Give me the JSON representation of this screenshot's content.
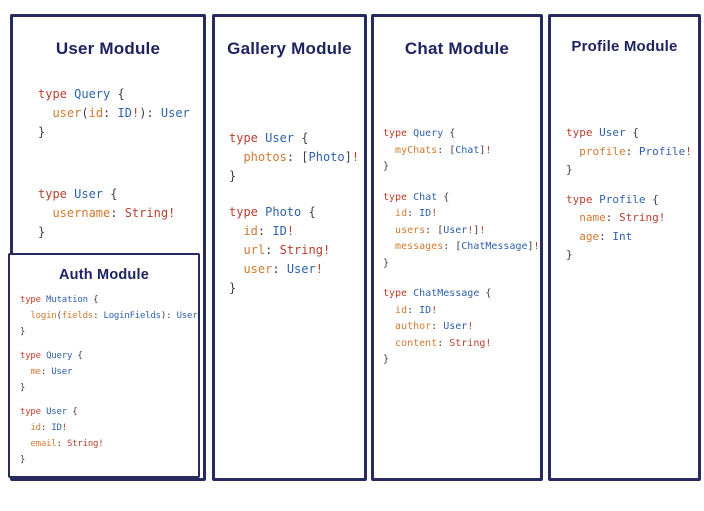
{
  "colors": {
    "panel_border": "#262a5e",
    "heading_navy": "#1f2361",
    "code_keyword_red": "#b8402f",
    "code_type_blue": "#2e62ab",
    "code_field_orange": "#d07a32",
    "code_punctuation": "#3f3f3f"
  },
  "modules": [
    {
      "title": "User Module",
      "blocks": [
        [
          [
            [
              "k",
              "type "
            ],
            [
              "t",
              "Query "
            ],
            [
              "p",
              "{"
            ]
          ],
          [
            [
              "p",
              "  "
            ],
            [
              "f",
              "user"
            ],
            [
              "p",
              "("
            ],
            [
              "f",
              "id"
            ],
            [
              "p",
              ": "
            ],
            [
              "t",
              "ID"
            ],
            [
              "k",
              "!"
            ],
            [
              "p",
              "): "
            ],
            [
              "t",
              "User"
            ]
          ],
          [
            [
              "p",
              "}"
            ]
          ]
        ],
        [
          [
            [
              "k",
              "type "
            ],
            [
              "t",
              "User "
            ],
            [
              "p",
              "{"
            ]
          ],
          [
            [
              "p",
              "  "
            ],
            [
              "f",
              "username"
            ],
            [
              "p",
              ": "
            ],
            [
              "k",
              "String!"
            ]
          ],
          [
            [
              "p",
              "}"
            ]
          ]
        ]
      ],
      "nested": {
        "title": "Auth Module",
        "blocks": [
          [
            [
              [
                "k",
                "type "
              ],
              [
                "t",
                "Mutation "
              ],
              [
                "p",
                "{"
              ]
            ],
            [
              [
                "p",
                "  "
              ],
              [
                "f",
                "login"
              ],
              [
                "p",
                "("
              ],
              [
                "f",
                "fields"
              ],
              [
                "p",
                ": "
              ],
              [
                "t",
                "LoginFields"
              ],
              [
                "p",
                "): "
              ],
              [
                "t",
                "User"
              ]
            ],
            [
              [
                "p",
                "}"
              ]
            ]
          ],
          [
            [
              [
                "k",
                "type "
              ],
              [
                "t",
                "Query "
              ],
              [
                "p",
                "{"
              ]
            ],
            [
              [
                "p",
                "  "
              ],
              [
                "f",
                "me"
              ],
              [
                "p",
                ": "
              ],
              [
                "t",
                "User"
              ]
            ],
            [
              [
                "p",
                "}"
              ]
            ]
          ],
          [
            [
              [
                "k",
                "type "
              ],
              [
                "t",
                "User "
              ],
              [
                "p",
                "{"
              ]
            ],
            [
              [
                "p",
                "  "
              ],
              [
                "f",
                "id"
              ],
              [
                "p",
                ": "
              ],
              [
                "t",
                "ID"
              ],
              [
                "k",
                "!"
              ]
            ],
            [
              [
                "p",
                "  "
              ],
              [
                "f",
                "email"
              ],
              [
                "p",
                ": "
              ],
              [
                "k",
                "String!"
              ]
            ],
            [
              [
                "p",
                "}"
              ]
            ]
          ]
        ]
      }
    },
    {
      "title": "Gallery Module",
      "blocks": [
        [
          [
            [
              "k",
              "type "
            ],
            [
              "t",
              "User "
            ],
            [
              "p",
              "{"
            ]
          ],
          [
            [
              "p",
              "  "
            ],
            [
              "f",
              "photos"
            ],
            [
              "p",
              ": ["
            ],
            [
              "t",
              "Photo"
            ],
            [
              "p",
              "]"
            ],
            [
              "k",
              "!"
            ]
          ],
          [
            [
              "p",
              "}"
            ]
          ]
        ],
        [
          [
            [
              "k",
              "type "
            ],
            [
              "t",
              "Photo "
            ],
            [
              "p",
              "{"
            ]
          ],
          [
            [
              "p",
              "  "
            ],
            [
              "f",
              "id"
            ],
            [
              "p",
              ": "
            ],
            [
              "t",
              "ID"
            ],
            [
              "k",
              "!"
            ]
          ],
          [
            [
              "p",
              "  "
            ],
            [
              "f",
              "url"
            ],
            [
              "p",
              ": "
            ],
            [
              "k",
              "String!"
            ]
          ],
          [
            [
              "p",
              "  "
            ],
            [
              "f",
              "user"
            ],
            [
              "p",
              ": "
            ],
            [
              "t",
              "User"
            ],
            [
              "k",
              "!"
            ]
          ],
          [
            [
              "p",
              "}"
            ]
          ]
        ]
      ]
    },
    {
      "title": "Chat Module",
      "blocks": [
        [
          [
            [
              "k",
              "type "
            ],
            [
              "t",
              "Query "
            ],
            [
              "p",
              "{"
            ]
          ],
          [
            [
              "p",
              "  "
            ],
            [
              "f",
              "myChats"
            ],
            [
              "p",
              ": ["
            ],
            [
              "t",
              "Chat"
            ],
            [
              "p",
              "]"
            ],
            [
              "k",
              "!"
            ]
          ],
          [
            [
              "p",
              "}"
            ]
          ]
        ],
        [
          [
            [
              "k",
              "type "
            ],
            [
              "t",
              "Chat "
            ],
            [
              "p",
              "{"
            ]
          ],
          [
            [
              "p",
              "  "
            ],
            [
              "f",
              "id"
            ],
            [
              "p",
              ": "
            ],
            [
              "t",
              "ID"
            ],
            [
              "k",
              "!"
            ]
          ],
          [
            [
              "p",
              "  "
            ],
            [
              "f",
              "users"
            ],
            [
              "p",
              ": ["
            ],
            [
              "t",
              "User"
            ],
            [
              "k",
              "!"
            ],
            [
              "p",
              "]"
            ],
            [
              "k",
              "!"
            ]
          ],
          [
            [
              "p",
              "  "
            ],
            [
              "f",
              "messages"
            ],
            [
              "p",
              ": ["
            ],
            [
              "t",
              "ChatMessage"
            ],
            [
              "p",
              "]"
            ],
            [
              "k",
              "!"
            ]
          ],
          [
            [
              "p",
              "}"
            ]
          ]
        ],
        [
          [
            [
              "k",
              "type "
            ],
            [
              "t",
              "ChatMessage "
            ],
            [
              "p",
              "{"
            ]
          ],
          [
            [
              "p",
              "  "
            ],
            [
              "f",
              "id"
            ],
            [
              "p",
              ": "
            ],
            [
              "t",
              "ID"
            ],
            [
              "k",
              "!"
            ]
          ],
          [
            [
              "p",
              "  "
            ],
            [
              "f",
              "author"
            ],
            [
              "p",
              ": "
            ],
            [
              "t",
              "User"
            ],
            [
              "k",
              "!"
            ]
          ],
          [
            [
              "p",
              "  "
            ],
            [
              "f",
              "content"
            ],
            [
              "p",
              ": "
            ],
            [
              "k",
              "String!"
            ]
          ],
          [
            [
              "p",
              "}"
            ]
          ]
        ]
      ]
    },
    {
      "title": "Profile Module",
      "blocks": [
        [
          [
            [
              "k",
              "type "
            ],
            [
              "t",
              "User "
            ],
            [
              "p",
              "{"
            ]
          ],
          [
            [
              "p",
              "  "
            ],
            [
              "f",
              "profile"
            ],
            [
              "p",
              ": "
            ],
            [
              "t",
              "Profile"
            ],
            [
              "k",
              "!"
            ]
          ],
          [
            [
              "p",
              "}"
            ]
          ]
        ],
        [
          [
            [
              "k",
              "type "
            ],
            [
              "t",
              "Profile "
            ],
            [
              "p",
              "{"
            ]
          ],
          [
            [
              "p",
              "  "
            ],
            [
              "f",
              "name"
            ],
            [
              "p",
              ": "
            ],
            [
              "k",
              "String!"
            ]
          ],
          [
            [
              "p",
              "  "
            ],
            [
              "f",
              "age"
            ],
            [
              "p",
              ": "
            ],
            [
              "t",
              "Int"
            ]
          ],
          [
            [
              "p",
              "}"
            ]
          ]
        ]
      ]
    }
  ]
}
